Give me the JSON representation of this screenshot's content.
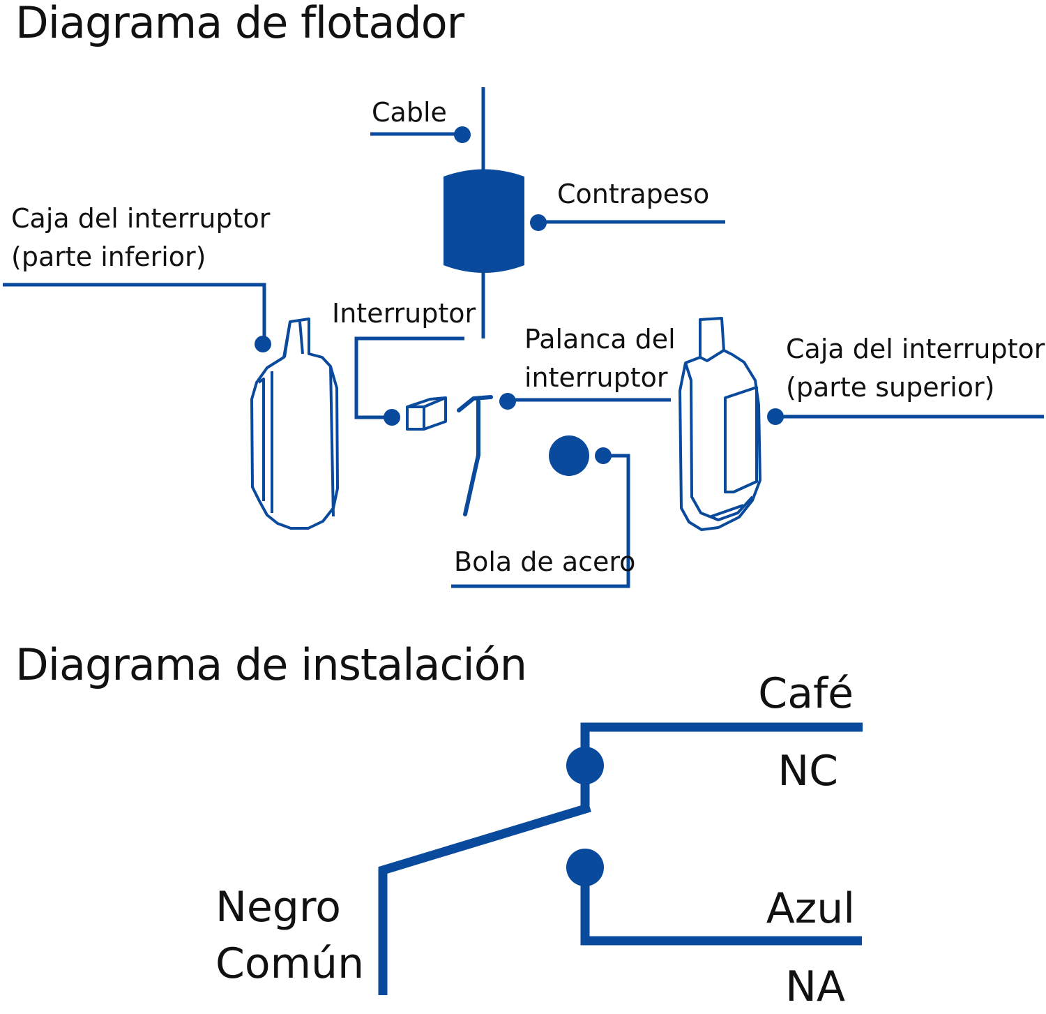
{
  "float_diagram": {
    "title": "Diagrama de flotador",
    "labels": {
      "cable": "Cable",
      "counterweight": "Contrapeso",
      "lower_case": [
        "Caja del interruptor",
        "(parte inferior)"
      ],
      "switch": "Interruptor",
      "lever": [
        "Palanca del",
        "interruptor"
      ],
      "upper_case": [
        "Caja del interruptor",
        "(parte superior)"
      ],
      "steel_ball": "Bola de acero"
    }
  },
  "install_diagram": {
    "title": "Diagrama de instalación",
    "labels": {
      "brown": "Café",
      "nc": "NC",
      "blue": "Azul",
      "na": "NA",
      "black": "Negro",
      "common": "Común"
    }
  },
  "colors": {
    "accent": "#0a4a9c",
    "text": "#111111",
    "background": "#ffffff"
  }
}
